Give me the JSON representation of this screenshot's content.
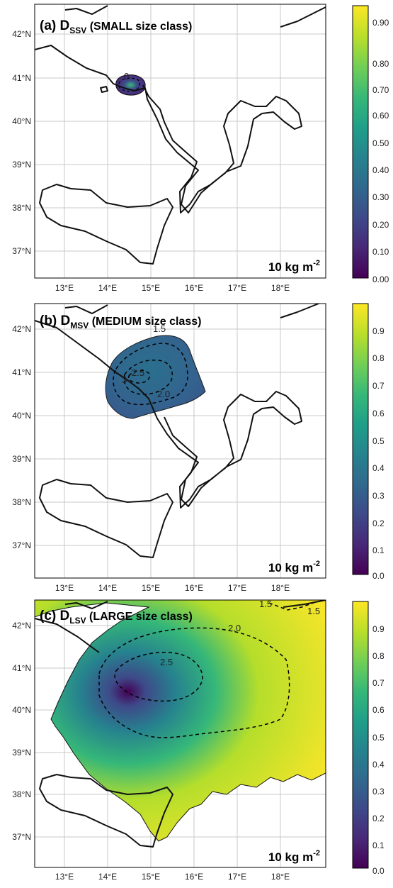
{
  "colormap": {
    "name": "viridis",
    "stops": [
      "#440154",
      "#482878",
      "#3e4989",
      "#31688e",
      "#26828e",
      "#1f9e89",
      "#35b779",
      "#6ece58",
      "#b5de2b",
      "#fde725"
    ]
  },
  "axes": {
    "lon_ticks": [
      "13°E",
      "14°E",
      "15°E",
      "16°E",
      "17°E",
      "18°E"
    ],
    "lat_ticks": [
      "42°N",
      "41°N",
      "40°N",
      "39°N",
      "38°N",
      "37°N"
    ],
    "lon_range": [
      12.3,
      19.0
    ],
    "lat_range": [
      36.5,
      42.7
    ],
    "grid": true
  },
  "panels": [
    {
      "label": "(a) D",
      "subscript": "SSV",
      "suffix": " (SMALL size class)",
      "unit_text": "10 kg m",
      "unit_sup": "-2",
      "colorbar_ticks": [
        "0.90",
        "0.80",
        "0.70",
        "0.60",
        "0.50",
        "0.40",
        "0.30",
        "0.20",
        "0.10",
        "0.00"
      ],
      "colorbar_range": [
        0,
        0.97
      ],
      "contour_labels": [
        {
          "text": "0"
        }
      ]
    },
    {
      "label": "(b) D",
      "subscript": "MSV",
      "suffix": " (MEDIUM size class)",
      "unit_text": "10 kg m",
      "unit_sup": "-2",
      "colorbar_ticks": [
        "0.9",
        "0.8",
        "0.7",
        "0.6",
        "0.5",
        "0.4",
        "0.3",
        "0.2",
        "0.1",
        "0.0"
      ],
      "colorbar_range": [
        0,
        0.99
      ],
      "contour_labels": [
        {
          "text": "1.5"
        },
        {
          "text": "2.5"
        },
        {
          "text": "2.0"
        },
        {
          "text": "3"
        }
      ]
    },
    {
      "label": "(c) D",
      "subscript": "LSV",
      "suffix": " (LARGE size class)",
      "unit_text": "10 kg m",
      "unit_sup": "-2",
      "colorbar_ticks": [
        "0.9",
        "0.8",
        "0.7",
        "0.6",
        "0.5",
        "0.4",
        "0.3",
        "0.2",
        "0.1",
        "0.0"
      ],
      "colorbar_range": [
        0,
        0.99
      ],
      "contour_labels": [
        {
          "text": "2.0"
        },
        {
          "text": "2.5"
        },
        {
          "text": "1.5"
        },
        {
          "text": "1.5"
        }
      ]
    }
  ]
}
